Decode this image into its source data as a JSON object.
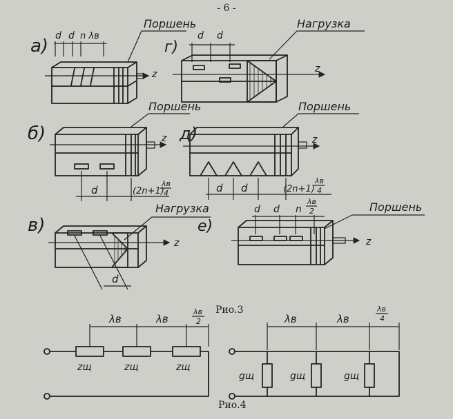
{
  "page_number": "- 6 -",
  "fig3": {
    "caption": "Рио.3",
    "panels": {
      "a": {
        "label": "а)",
        "d1": "d",
        "d2": "d",
        "n_lb": "n λв",
        "callout": "Поршень",
        "axis": "z"
      },
      "g": {
        "label": "г)",
        "d1": "d",
        "d2": "d",
        "callout": "Нагрузка",
        "axis": "z"
      },
      "b": {
        "label": "б)",
        "callout": "Поршень",
        "axis": "z",
        "d": "d",
        "formula_left": "(2n+1)",
        "formula_frac_top": "λв",
        "formula_frac_bot": "4"
      },
      "dd": {
        "label": "д)",
        "callout": "Поршень",
        "axis": "z",
        "d1": "d",
        "d2": "d",
        "formula_left": "(2n+1)",
        "formula_frac_top": "λв",
        "formula_frac_bot": "4"
      },
      "v": {
        "label": "в)",
        "callout": "Нагрузка",
        "axis": "z",
        "d": "d"
      },
      "e": {
        "label": "е)",
        "callout": "Поршень",
        "axis": "z",
        "d1": "d",
        "d2": "d",
        "n": "n",
        "frac_top": "λв",
        "frac_bot": "2"
      }
    }
  },
  "fig4": {
    "caption": "Рио.4",
    "left": {
      "span1": "λв",
      "span2": "λв",
      "end_top": "λв",
      "end_bot": "2",
      "res1": "zщ",
      "res2": "zщ",
      "res3": "zщ"
    },
    "right": {
      "span1": "λв",
      "span2": "λв",
      "end_top": "λв",
      "end_bot": "4",
      "res1": "gщ",
      "res2": "gщ",
      "res3": "gщ"
    }
  },
  "colors": {
    "paper": "#cfcfc9",
    "ink": "#222222"
  }
}
